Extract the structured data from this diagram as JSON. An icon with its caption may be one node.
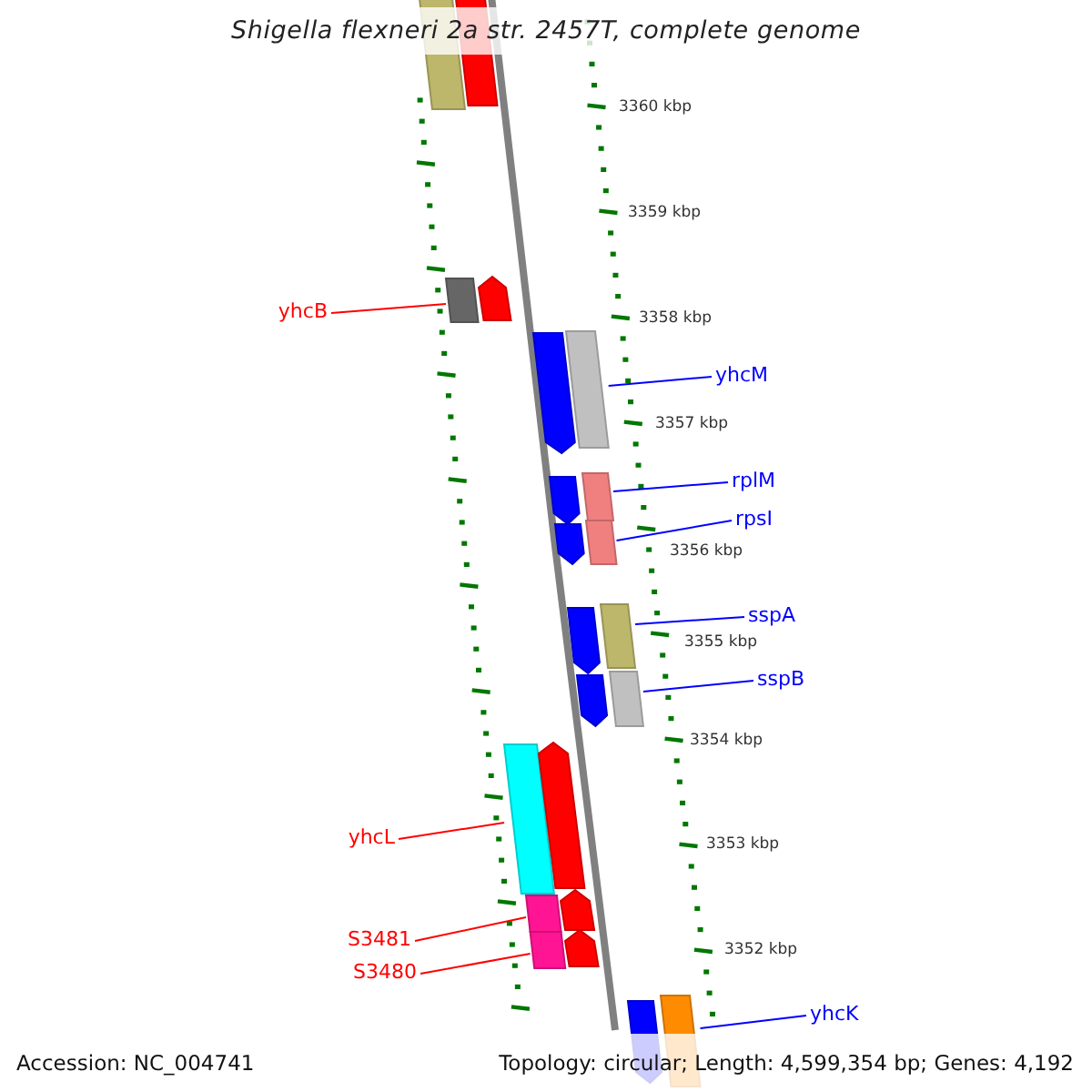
{
  "diagram": {
    "title": "Shigella flexneri 2a str. 2457T, complete genome",
    "nodes": [
      {
        "text": [
          "yhcB"
        ]
      },
      {
        "text": [
          "yhcM"
        ]
      },
      {
        "text": [
          "rplM"
        ]
      },
      {
        "text": [
          "rpsI"
        ]
      },
      {
        "text": [
          "sspA"
        ]
      },
      {
        "text": [
          "sspB"
        ]
      },
      {
        "text": [
          "yhcL"
        ]
      },
      {
        "text": [
          "S3481"
        ]
      },
      {
        "text": [
          "S3480"
        ]
      },
      {
        "text": [
          "yhcK"
        ]
      },
      {
        "text": [],
        "shape": "bar"
      },
      {
        "text": [],
        "shape": "bar"
      },
      {
        "text": [],
        "shape": "bar"
      },
      {
        "text": [],
        "shape": "bar"
      },
      {
        "text": [],
        "shape": "bar"
      },
      {
        "text": [],
        "shape": "bar"
      },
      {
        "text": [],
        "shape": "bar"
      },
      {
        "text": [],
        "shape": "bar"
      },
      {
        "text": [],
        "shape": "bar"
      },
      {
        "text": [],
        "shape": "bar"
      },
      {
        "text": [],
        "shape": "bar"
      }
    ],
    "edges": [
      {
        "from": 0,
        "to": 11,
        "arrow": "none",
        "color": "#ff0000"
      },
      {
        "from": 1,
        "to": 12,
        "arrow": "none"
      },
      {
        "from": 2,
        "to": 13,
        "arrow": "none"
      },
      {
        "from": 3,
        "to": 14,
        "arrow": "none"
      },
      {
        "from": 4,
        "to": 15,
        "arrow": "none"
      },
      {
        "from": 5,
        "to": 16,
        "arrow": "none"
      },
      {
        "from": 6,
        "to": 17,
        "arrow": "none",
        "color": "#ff0000"
      },
      {
        "from": 7,
        "to": 18,
        "arrow": "none",
        "color": "#ff0000"
      },
      {
        "from": 8,
        "to": 19,
        "arrow": "none",
        "color": "#ff0000"
      },
      {
        "from": 9,
        "to": 20,
        "arrow": "none"
      }
    ],
    "labels": [
      "3360 kbp",
      "3359 kbp",
      "3358 kbp",
      "3357 kbp",
      "3356 kbp",
      "3355 kbp",
      "3354 kbp",
      "3353 kbp",
      "3352 kbp",
      "Accession: NC_004741",
      "Topology: circular; Length: 4,599,354 bp; Genes: 4,192"
    ]
  }
}
